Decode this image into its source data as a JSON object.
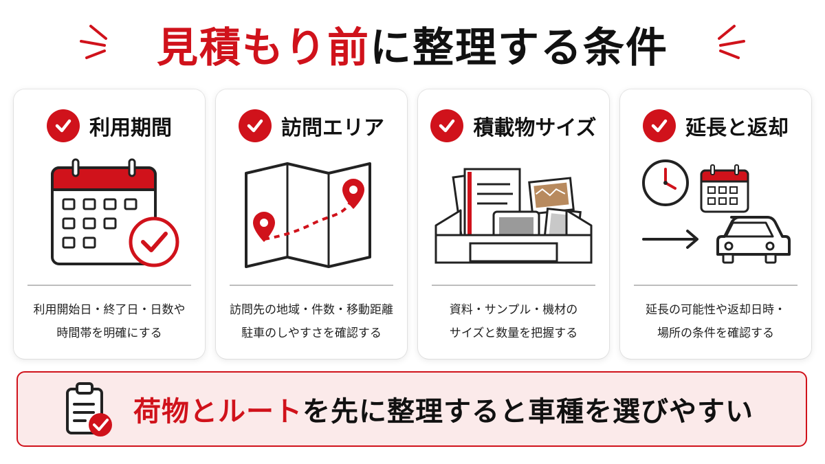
{
  "title": {
    "highlight": "見積もり前",
    "rest": "に整理する条件"
  },
  "cards": [
    {
      "title": "利用期間",
      "icon": "calendar-check-icon",
      "desc_line1": "利用開始日・終了日・日数や",
      "desc_line2": "時間帯を明確にする"
    },
    {
      "title": "訪問エリア",
      "icon": "map-route-icon",
      "desc_line1": "訪問先の地域・件数・移動距離",
      "desc_line2": "駐車のしやすさを確認する"
    },
    {
      "title": "積載物サイズ",
      "icon": "cargo-box-icon",
      "desc_line1": "資料・サンプル・機材の",
      "desc_line2": "サイズと数量を把握する"
    },
    {
      "title": "延長と返却",
      "icon": "clock-calendar-car-icon",
      "desc_line1": "延長の可能性や返却日時・",
      "desc_line2": "場所の条件を確認する"
    }
  ],
  "banner": {
    "highlight": "荷物とルート",
    "rest": "を先に整理すると車種を選びやすい",
    "icon": "clipboard-check-icon"
  },
  "colors": {
    "accent": "#d0121b",
    "banner_bg": "#fbeaea",
    "text": "#111111"
  }
}
